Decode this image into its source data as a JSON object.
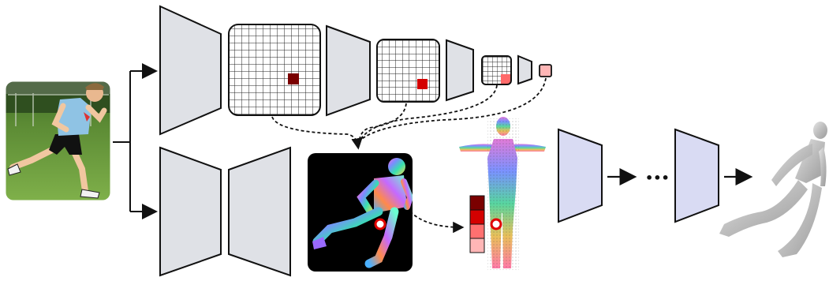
{
  "diagram": {
    "kind": "network-architecture-figure",
    "ellipsis": "•••",
    "colors": {
      "block_fill": "#dfe1e6",
      "block_stroke": "#111111",
      "regressor_fill": "#d9dbf3",
      "grid_stroke": "#111111",
      "feature_dark": "#7a0000",
      "feature_mid": "#d40000",
      "feature_light": "#ff6a6a",
      "feature_pale": "#ffb6b6",
      "keypoint_ring": "#e00000",
      "iuv_background": "#000000",
      "mesh_gray": "#c8c8c8"
    },
    "icons": [
      "photo-thumbnail-runner",
      "iuv-map-image",
      "colored-body-mesh",
      "gray-body-mesh"
    ],
    "feature_column_shades": [
      "#7a0000",
      "#d40000",
      "#ff7070",
      "#ffb6b6"
    ]
  }
}
